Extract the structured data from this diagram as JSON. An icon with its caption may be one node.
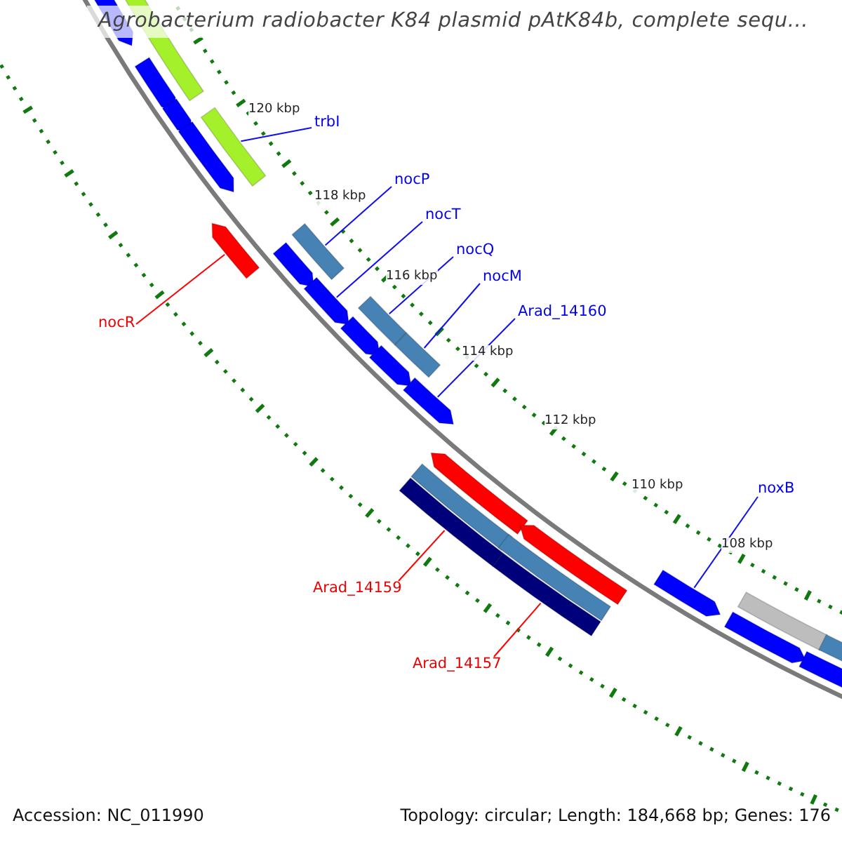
{
  "diagram": {
    "title": "Agrobacterium radiobacter K84 plasmid pAtK84b, complete sequ...",
    "nodes": [
      {
        "text": [
          "trbI"
        ]
      },
      {
        "text": [
          "nocP"
        ]
      },
      {
        "text": [
          "nocT"
        ]
      },
      {
        "text": [
          "nocQ"
        ]
      },
      {
        "text": [
          "nocM"
        ]
      },
      {
        "text": [
          "Arad_14160"
        ]
      },
      {
        "text": [
          "nocR"
        ]
      },
      {
        "text": [
          "noxB"
        ]
      },
      {
        "text": [
          "Arad_14159"
        ]
      },
      {
        "text": [
          "Arad_14157"
        ]
      },
      {
        "text": [],
        "shape": "bar"
      },
      {
        "text": [],
        "shape": "bar"
      },
      {
        "text": [],
        "shape": "bar"
      },
      {
        "text": [],
        "shape": "bar"
      },
      {
        "text": [],
        "shape": "bar"
      },
      {
        "text": [],
        "shape": "bar"
      },
      {
        "text": [],
        "shape": "bar"
      },
      {
        "text": [],
        "shape": "bar"
      },
      {
        "text": [],
        "shape": "bar"
      },
      {
        "text": [],
        "shape": "bar"
      },
      {
        "text": [],
        "shape": "bar"
      },
      {
        "text": [],
        "shape": "bar"
      },
      {
        "text": [],
        "shape": "bar"
      },
      {
        "text": [],
        "shape": "bar"
      },
      {
        "text": [],
        "shape": "bar"
      },
      {
        "text": [],
        "shape": "bar"
      },
      {
        "text": [],
        "shape": "bar"
      },
      {
        "text": [],
        "shape": "bar"
      },
      {
        "text": [],
        "shape": "bar"
      },
      {
        "text": [],
        "shape": "bar"
      },
      {
        "text": [],
        "shape": "bar"
      },
      {
        "text": [],
        "shape": "bar"
      },
      {
        "text": [],
        "shape": "bar"
      },
      {
        "text": [],
        "shape": "bar"
      },
      {
        "text": [],
        "shape": "bar"
      },
      {
        "text": [],
        "shape": "bar"
      }
    ],
    "edges": [
      {
        "from": 0,
        "to": 14,
        "arrow": "none"
      },
      {
        "from": 1,
        "to": 18,
        "arrow": "none"
      },
      {
        "from": 2,
        "to": 19,
        "arrow": "none"
      },
      {
        "from": 3,
        "to": 21,
        "arrow": "none"
      },
      {
        "from": 4,
        "to": 23,
        "arrow": "none"
      },
      {
        "from": 5,
        "to": 24,
        "arrow": "none"
      },
      {
        "from": 6,
        "to": 16,
        "arrow": "none",
        "color": "#ff0000"
      },
      {
        "from": 7,
        "to": 31,
        "arrow": "none"
      },
      {
        "from": 8,
        "to": 25,
        "arrow": "none",
        "color": "#ff0000"
      },
      {
        "from": 9,
        "to": 28,
        "arrow": "none",
        "color": "#ff0000"
      }
    ],
    "labels": [
      "120 kbp",
      "118 kbp",
      "116 kbp",
      "114 kbp",
      "112 kbp",
      "110 kbp",
      "108 kbp",
      "Accession: NC_011990",
      "Topology: circular; Length: 184,668 bp; Genes: 176"
    ]
  }
}
